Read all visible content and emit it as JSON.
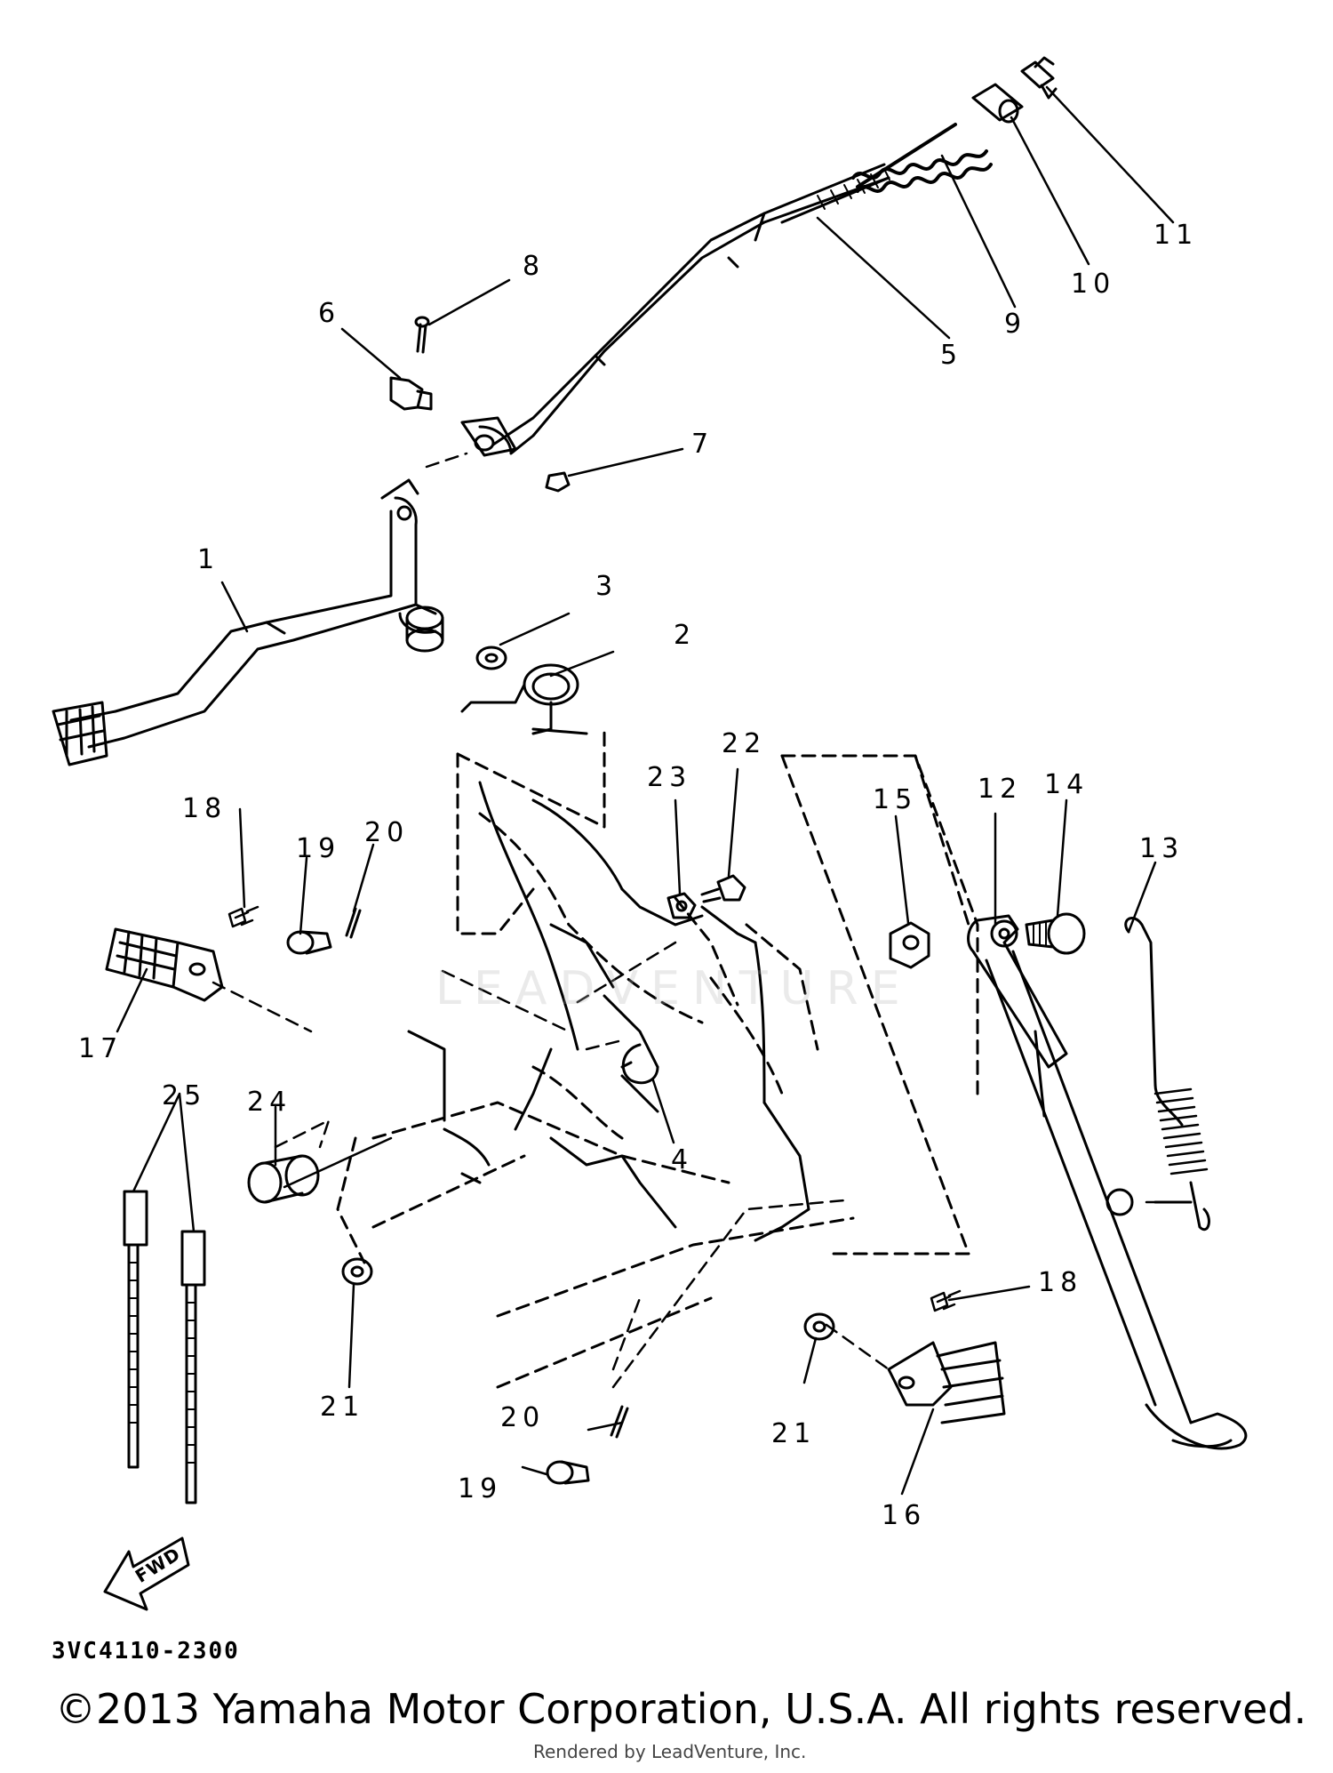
{
  "parts": [
    {
      "label": "1"
    },
    {
      "label": "2"
    },
    {
      "label": "3"
    },
    {
      "label": "4"
    },
    {
      "label": "5"
    },
    {
      "label": "6"
    },
    {
      "label": "7"
    },
    {
      "label": "8"
    },
    {
      "label": "9"
    },
    {
      "label": "10"
    },
    {
      "label": "11"
    },
    {
      "label": "12"
    },
    {
      "label": "13"
    },
    {
      "label": "14"
    },
    {
      "label": "15"
    },
    {
      "label": "16"
    },
    {
      "label": "17"
    },
    {
      "label": "18"
    },
    {
      "label": "19"
    },
    {
      "label": "20"
    },
    {
      "label": "21"
    },
    {
      "label": "22"
    },
    {
      "label": "23"
    },
    {
      "label": "24"
    },
    {
      "label": "25"
    }
  ],
  "fwd_label": "FWD",
  "diagram_code": "3VC4110-2300",
  "copyright": "©2013 Yamaha Motor Corporation, U.S.A. All rights reserved.",
  "rendered_by": "Rendered by LeadVenture, Inc.",
  "watermark": "LEADVENTURE",
  "colors": {
    "ink": "#000000",
    "paper": "#ffffff",
    "watermark": "#b4b4b4"
  }
}
